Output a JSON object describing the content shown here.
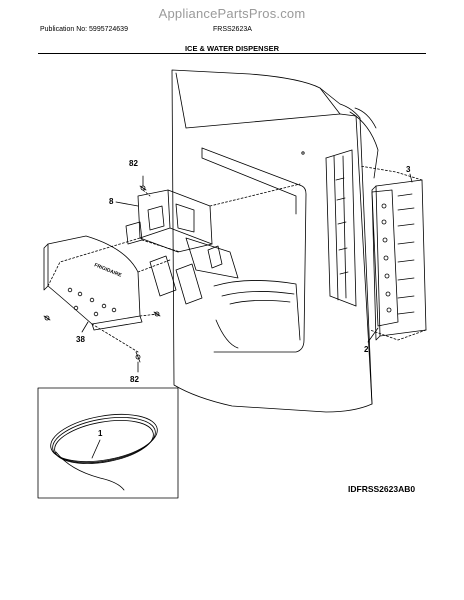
{
  "header": {
    "watermark": "AppliancePartsPros.com",
    "publication": "Publication No: 5995724639",
    "model": "FRSS2623A",
    "section_title": "ICE & WATER DISPENSER"
  },
  "footer": {
    "diagram_id": "IDFRSS2623AB0"
  },
  "callouts": {
    "screw_top": "82",
    "dispenser_assembly": "8",
    "module_panel": "3",
    "control_board": "2",
    "dispenser_cover": "38",
    "screw_bottom": "82",
    "water_tube": "1"
  },
  "logos": {
    "cover_brand": "FRIGIDAIRE"
  }
}
